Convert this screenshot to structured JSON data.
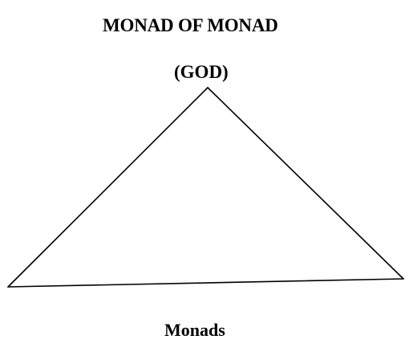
{
  "diagram": {
    "title": "MONAD OF MONAD",
    "apex_label": "(GOD)",
    "base_label": "Monads",
    "line_color": "#000000",
    "background": "#ffffff"
  }
}
